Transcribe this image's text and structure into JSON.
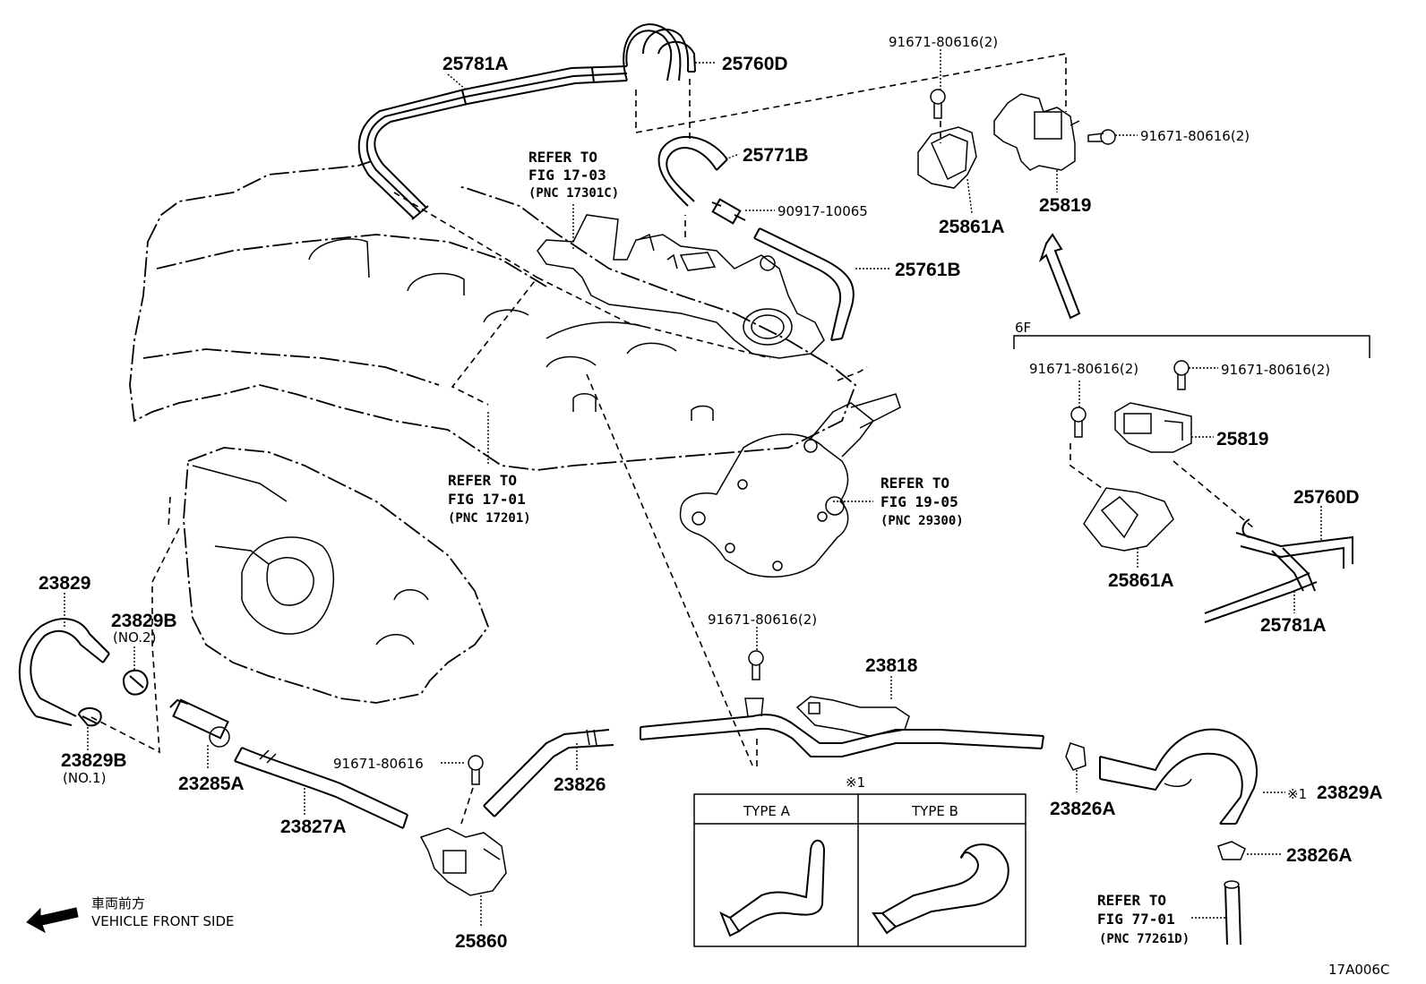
{
  "parts": {
    "p25781A_top": "25781A",
    "p25760D_top": "25760D",
    "p25771B": "25771B",
    "p90917": "90917-10065",
    "p25761B": "25761B",
    "p91671_top": "91671-80616(2)",
    "p91671_right": "91671-80616(2)",
    "p25819_top": "25819",
    "p25861A_top": "25861A",
    "p23829": "23829",
    "p23829B_no2": "23829B",
    "p23829B_no2_sub": "(NO.2)",
    "p23829B_no1": "23829B",
    "p23829B_no1_sub": "(NO.1)",
    "p23285A": "23285A",
    "p23827A": "23827A",
    "p91671_single": "91671-80616",
    "p25860": "25860",
    "p23826": "23826",
    "p91671_mid": "91671-80616(2)",
    "p23818": "23818",
    "p23826A_a": "23826A",
    "p23829A": "23829A",
    "p23829A_mark": "※1",
    "p23826A_b": "23826A",
    "g6f_label": "6F",
    "g6f_91671_a": "91671-80616(2)",
    "g6f_91671_b": "91671-80616(2)",
    "g6f_25819": "25819",
    "g6f_25760D": "25760D",
    "g6f_25861A": "25861A",
    "g6f_25781A": "25781A"
  },
  "refs": {
    "r1703": [
      "REFER TO",
      "FIG 17-03",
      "(PNC 17301C)"
    ],
    "r1701": [
      "REFER TO",
      "FIG 17-01",
      "(PNC 17201)"
    ],
    "r1905": [
      "REFER TO",
      "FIG 19-05",
      "(PNC 29300)"
    ],
    "r7701": [
      "REFER TO",
      "FIG 77-01",
      "(PNC 77261D)"
    ]
  },
  "type_box": {
    "mark": "※1",
    "type_a": "TYPE A",
    "type_b": "TYPE B"
  },
  "front": {
    "jp": "車両前方",
    "en": "VEHICLE FRONT SIDE"
  },
  "code": "17A006C"
}
